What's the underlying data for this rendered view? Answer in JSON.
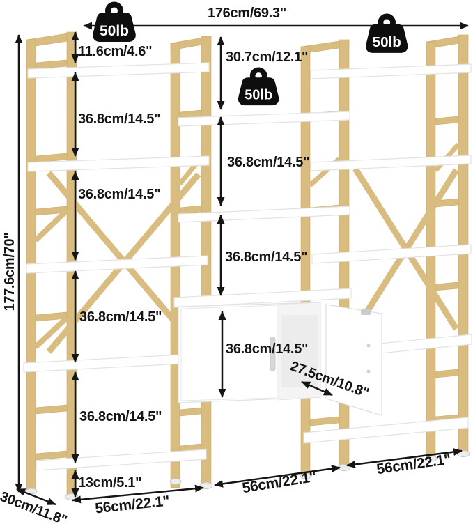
{
  "diagram": {
    "type": "furniture-dimension-diagram",
    "product": "triple-wide-bookshelf-with-cabinet"
  },
  "colors": {
    "frame_gold": "#d9bc80",
    "frame_gold_edge": "#cdab66",
    "shelf_white": "#ffffff",
    "shelf_edge": "#e4e4e4",
    "annotation_black": "#151515",
    "weight_badge_bg": "#0e0e0e",
    "weight_badge_text": "#ffffff",
    "cabinet_interior": "#f4f4f4",
    "handle_gray": "#d8d8d8"
  },
  "labels": {
    "total_width": "176cm/69.3\"",
    "total_height": "177.6cm/70\"",
    "total_depth": "30cm/11.8\"",
    "cabinet_depth": "27.5cm/10.8\"",
    "left_column": [
      "11.6cm/4.6\"",
      "36.8cm/14.5\"",
      "36.8cm/14.5\"",
      "36.8cm/14.5\"",
      "36.8cm/14.5\"",
      "13cm/5.1\""
    ],
    "middle_column": [
      "30.7cm/12.1\"",
      "36.8cm/14.5\"",
      "36.8cm/14.5\"",
      "36.8cm/14.5\""
    ],
    "bottom_widths": [
      "56cm/22.1\"",
      "56cm/22.1\"",
      "56cm/22.1\""
    ],
    "weights": [
      "50lb",
      "50lb",
      "50lb"
    ]
  }
}
